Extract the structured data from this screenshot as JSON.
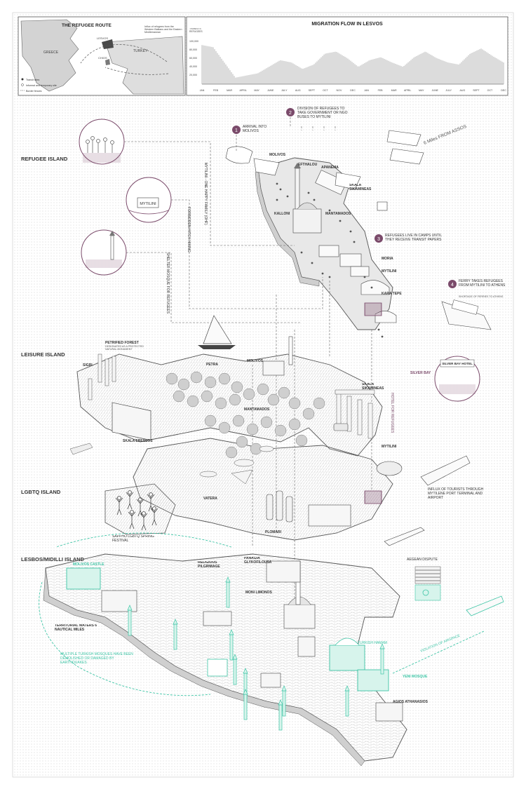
{
  "colors": {
    "paper": "#ffffff",
    "frame": "#f2f2f2",
    "ink": "#2a2a2a",
    "grey": "#8a8a8a",
    "land": "#e6e6e6",
    "purple": "#7a4a6a",
    "purple_light": "#e9dbe3",
    "teal": "#3ec5a6",
    "teal_light": "#d7f4ec"
  },
  "header": {
    "route_title": "THE REFUGEE ROUTE",
    "greece": "GREECE",
    "turkey": "TURKEY",
    "lesvos": "LESVOS",
    "chios": "CHIOS",
    "influx_note": "Influx of refugees from the Western Balkans and the Eastern Mediterranean",
    "legend": [
      "Transit sites",
      "Informal and temporary site",
      "Border fences"
    ],
    "flow_title": "MIGRATION FLOW IN LESVOS",
    "flow_unit": "TRANSITS REFUGEES",
    "flow_y_ticks": [
      "100,000",
      "80,000",
      "60,000",
      "40,000",
      "20,000"
    ],
    "flow_months": [
      "JAN",
      "FEB",
      "MAR",
      "APRIL",
      "MAY",
      "JUNE",
      "JULY",
      "AUG",
      "SEPT",
      "OCT",
      "NOV",
      "DEC",
      "JAN",
      "FEB",
      "MAR",
      "APRIL",
      "MAY",
      "JUNE",
      "JULY",
      "AUG",
      "SEPT",
      "OCT",
      "DEC"
    ]
  },
  "sections": {
    "refugee": "REFUGEE ISLAND",
    "leisure": "LEISURE ISLAND",
    "lgbtq": "LGBTQ ISLAND",
    "lesbos": "LESBOS/MIDILLI ISLAND"
  },
  "refugee": {
    "steps": [
      {
        "num": "1",
        "text": "ARRIVAL INTO MOLIVOS"
      },
      {
        "num": "2",
        "text": "DIVISION OF REFUGEES TO TAKE GOVERNMENT OR NGO BUSES TO MYTILINI"
      },
      {
        "num": "3",
        "text": "REFUGEES LIVE IN CAMPS UNTIL THEY RECEIVE TRANSIT PAPERS"
      },
      {
        "num": "4",
        "text": "FERRY TAKES REFUGEES FROM MYTILINI TO ATHENS"
      }
    ],
    "miles": "6 Miles FROM ASSOS",
    "places": [
      "MOLIVOS",
      "EFTHALOU",
      "APANEMA",
      "SKALA SIKAMINEAS",
      "KALLONI",
      "MANTAMADOS",
      "MORIA",
      "MYTILINI",
      "KARA TEPE"
    ],
    "vert_labels": [
      "MYTILINI - ONE HAPPY FAMILY (OHF)",
      "FORBIDDEN HITCH HIKING",
      "SHELTER MOSQUE FOR REFUGEES"
    ],
    "sign": "MYTILINI",
    "ferry_note": "SHORTAGE OF FERRIES TO ATHENS"
  },
  "leisure": {
    "places": [
      "SIGRI",
      "PETRIFIED FOREST",
      "PETRA",
      "MOLIVOS",
      "MANTAMADOS",
      "SKALA SIKAMINEAS",
      "SILVER BAY",
      "SKALA ERESSOS",
      "MYTILINI",
      "VATERA",
      "PLOMARI"
    ],
    "forest_note": "DESIGNATED AS A PROTECTED NATURAL MONUMENT",
    "hotel_sign": "SILVER BAY HOTEL",
    "hotel_vert": "HOTEL FOR REFUGEES",
    "tourists": "INFLUX OF TOURISTS THROUGH MYTILENE PORT TERMINAL AND AIRPORT"
  },
  "lgbtq": {
    "festival": "SAPPHO LGBTQ SPRING FESTIVAL"
  },
  "lesbos": {
    "places": [
      "MOLIVOS CASTLE",
      "RELIGIOUS PILGRIMAGE",
      "PANAGIA GLYKOFILOUSA",
      "MONI LIMONOS",
      "TERRITORIAL WATERS 6 NAUTICAL MILES",
      "YENI MOSQUE",
      "AGIOS ATHANASIOS"
    ],
    "dispute": "AEGEAN DISPUTE",
    "violation": "VIOLATION OF AIRSPACE",
    "mosques": "MULTIPLE TURKISH MOSQUES HAVE BEEN DEMOLISHED OR DAMAGED BY EARTHQUAKES",
    "hamam": "TURKISH HAMAM"
  }
}
